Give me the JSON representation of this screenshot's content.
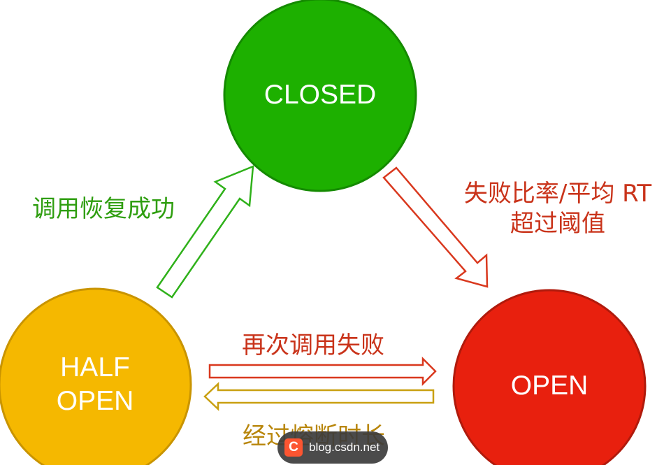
{
  "states": {
    "closed": {
      "label": "CLOSED",
      "fill": "#1db000",
      "stroke": "#148a00"
    },
    "open": {
      "label": "OPEN",
      "fill": "#e8200e",
      "stroke": "#b01a0c"
    },
    "half_open": {
      "line1": "HALF",
      "line2": "OPEN",
      "fill": "#f5b800",
      "stroke": "#c99400"
    }
  },
  "transitions": {
    "half_open_to_closed": {
      "label": "调用恢复成功",
      "color": "#2f9e10"
    },
    "closed_to_open": {
      "line1": "失败比率/平均 RT",
      "line2": "超过阈值",
      "color": "#c9331a"
    },
    "half_open_to_open": {
      "label": "再次调用失败",
      "color": "#c9331a"
    },
    "open_to_half_open": {
      "label": "经过熔断时长",
      "color": "#b8860b"
    }
  },
  "watermark": {
    "logo": "C",
    "text": "blog.csdn.net"
  }
}
